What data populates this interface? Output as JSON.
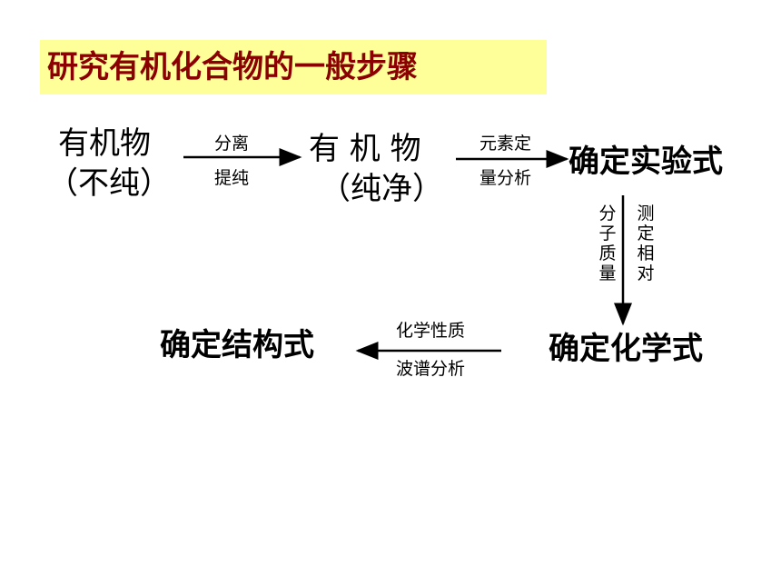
{
  "title": "研究有机化合物的一般步骤",
  "nodes": {
    "crude_line1": "有机物",
    "crude_line2": "（不纯）",
    "pure_line1": "有 机 物",
    "pure_line2": "（纯净）",
    "empirical": "确定实验式",
    "molecular": "确定化学式",
    "structural": "确定结构式"
  },
  "arrows": {
    "a1_top": "分离",
    "a1_bottom": "提纯",
    "a2_top": "元素定",
    "a2_bottom": "量分析",
    "a3_left": "分子质量",
    "a3_right": "测定相对",
    "a4_top": "化学性质",
    "a4_bottom": "波谱分析"
  }
}
